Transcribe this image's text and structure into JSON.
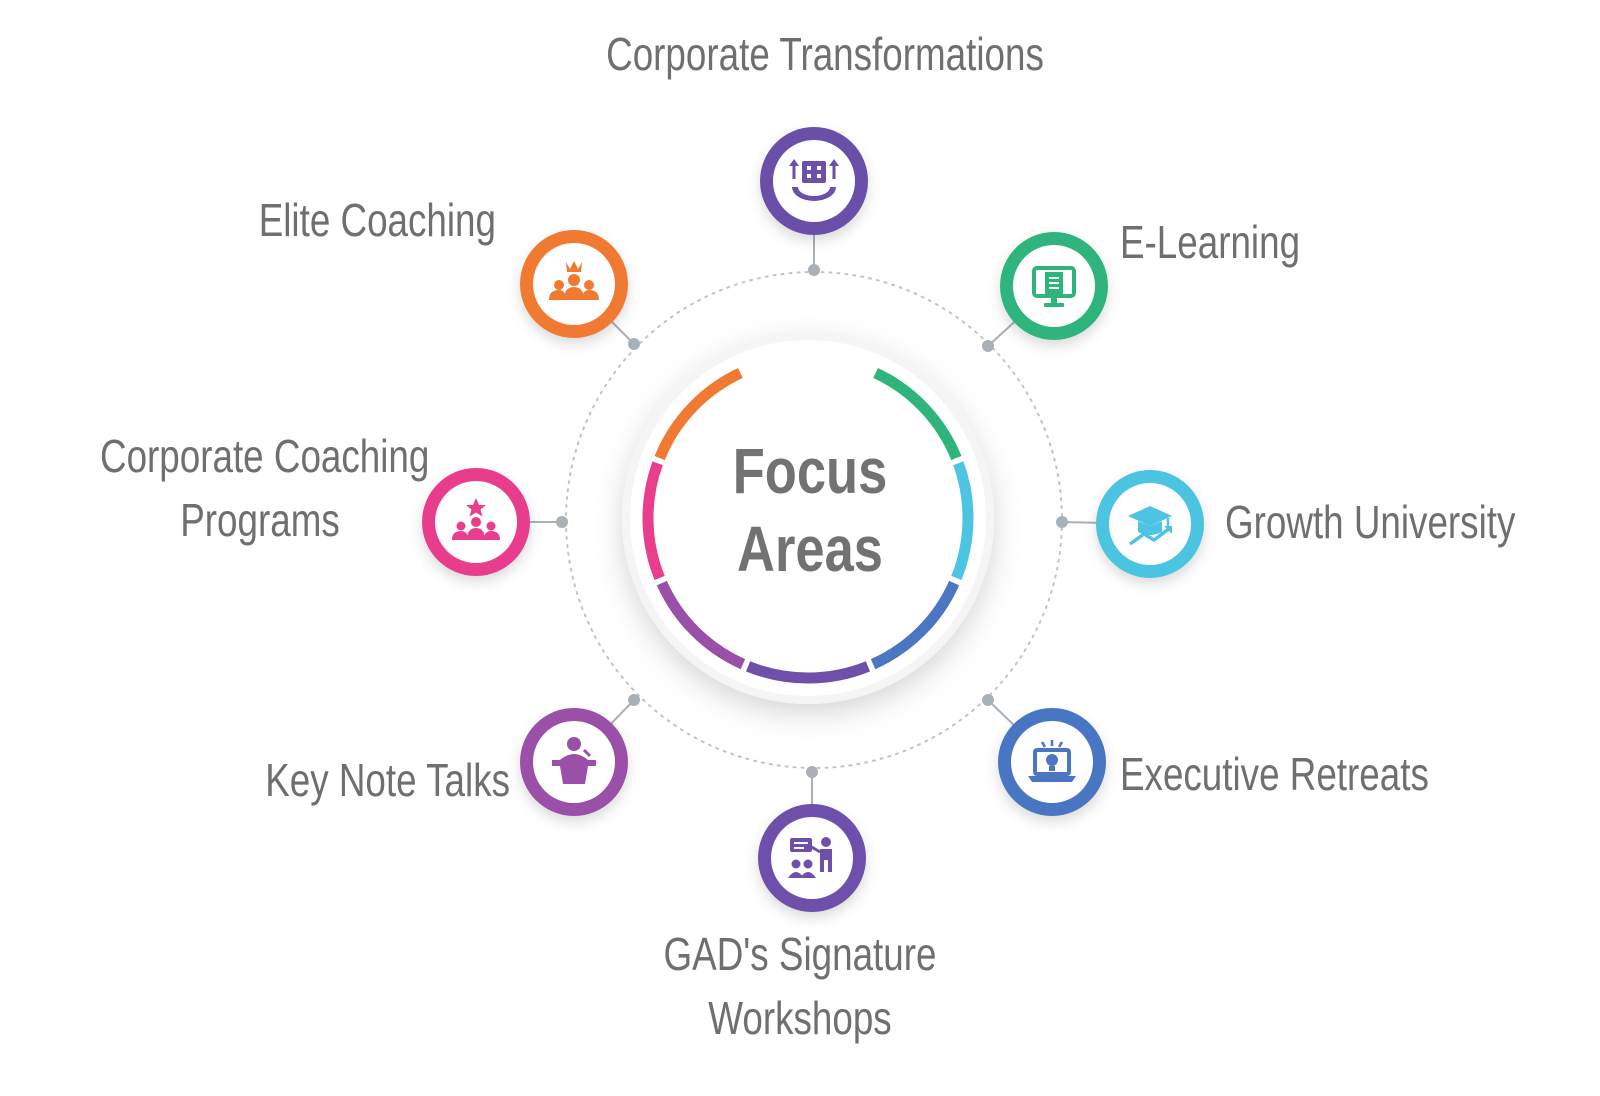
{
  "center": {
    "line1": "Focus",
    "line2": "Areas"
  },
  "areas": [
    {
      "key": "ct",
      "lines": [
        "Corporate Transformations"
      ],
      "color": "#6b4fa8",
      "icon": "building-gear-icon"
    },
    {
      "key": "el",
      "lines": [
        "E-Learning"
      ],
      "color": "#2fb47c",
      "icon": "monitor-document-icon"
    },
    {
      "key": "gu",
      "lines": [
        "Growth University"
      ],
      "color": "#4cc4e2",
      "icon": "graduation-cap-growth-icon"
    },
    {
      "key": "er",
      "lines": [
        "Executive Retreats"
      ],
      "color": "#4a76c2",
      "icon": "laptop-lightbulb-icon"
    },
    {
      "key": "gw",
      "lines": [
        "GAD's Signature",
        "Workshops"
      ],
      "color": "#6e50ab",
      "icon": "presenter-audience-icon"
    },
    {
      "key": "kn",
      "lines": [
        "Key Note Talks"
      ],
      "color": "#9a4fa8",
      "icon": "speaker-podium-icon"
    },
    {
      "key": "cc",
      "lines": [
        "Corporate Coaching",
        "Programs"
      ],
      "color": "#e83e8c",
      "icon": "team-star-icon"
    },
    {
      "key": "ec",
      "lines": [
        "Elite Coaching"
      ],
      "color": "#f07a32",
      "icon": "team-crown-icon"
    }
  ],
  "colors": {
    "text": "#6f6f6f",
    "connector": "#a9b1b8",
    "ring": "#bfc4c8"
  }
}
